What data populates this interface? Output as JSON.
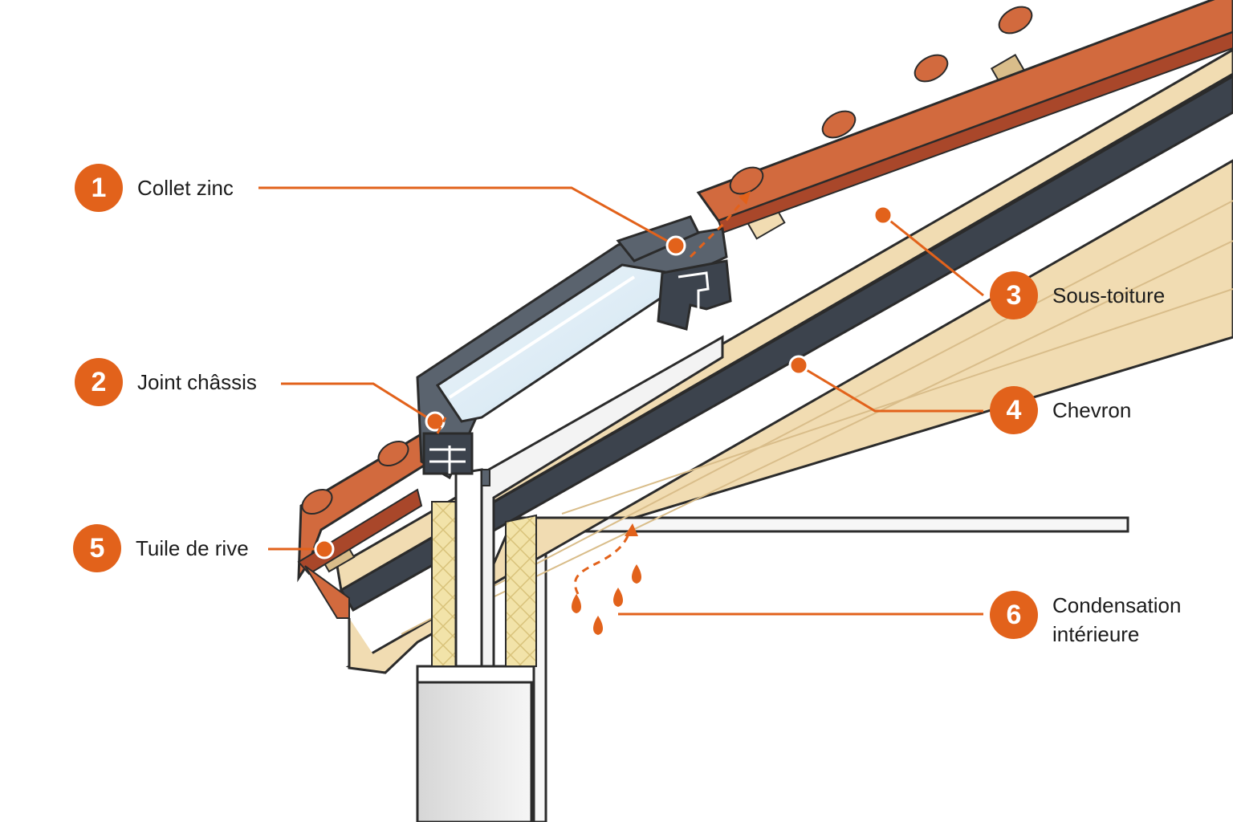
{
  "colors": {
    "accent": "#e2621b",
    "tile": "#d26a3e",
    "tile_dark": "#a9472a",
    "wood": "#f1dcb2",
    "wood_dark": "#d9bd8a",
    "membrane": "#3c434d",
    "frame": "#5a636e",
    "glass": "#dcecf6",
    "insulation": "#f2e3a9"
  },
  "callouts": [
    {
      "number": "1",
      "label": "Collet zinc"
    },
    {
      "number": "2",
      "label": "Joint châssis"
    },
    {
      "number": "3",
      "label": "Sous-toiture"
    },
    {
      "number": "4",
      "label": "Chevron"
    },
    {
      "number": "5",
      "label": "Tuile de rive"
    },
    {
      "number": "6",
      "label_line1": "Condensation",
      "label_line2": "intérieure"
    }
  ],
  "icons": {
    "drop": "water-drop-icon",
    "arrow": "water-path-arrow-icon"
  }
}
